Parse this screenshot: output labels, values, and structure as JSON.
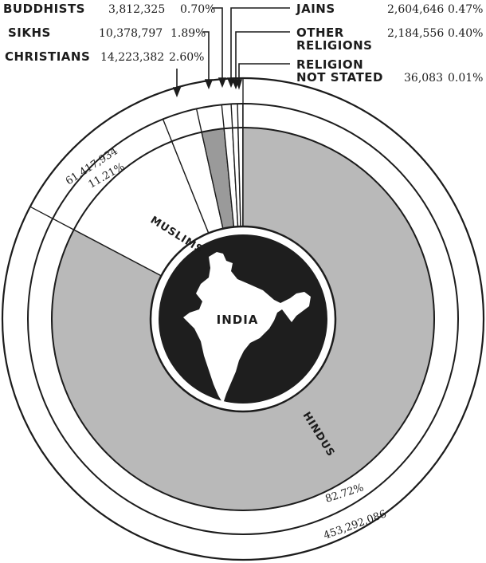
{
  "chart_data": {
    "type": "pie",
    "center_label": "INDIA",
    "slices": [
      {
        "name": "HINDUS",
        "count": "453,292,086",
        "percent_text": "82.72%",
        "value": 82.72
      },
      {
        "name": "MUSLIMS",
        "count": "61,417,934",
        "percent_text": "11.21%",
        "value": 11.21
      },
      {
        "name": "CHRISTIANS",
        "count": "14,223,382",
        "percent_text": "2.60%",
        "value": 2.6
      },
      {
        "name": "SIKHS",
        "count": "10,378,797",
        "percent_text": "1.89%",
        "value": 1.89
      },
      {
        "name": "BUDDHISTS",
        "count": "3,812,325",
        "percent_text": "0.70%",
        "value": 0.7
      },
      {
        "name": "JAINS",
        "count": "2,604,646",
        "percent_text": "0.47%",
        "value": 0.47
      },
      {
        "name": "OTHER RELIGIONS",
        "count": "2,184,556",
        "percent_text": "0.40%",
        "value": 0.4
      },
      {
        "name": "RELIGION NOT STATED",
        "count": "36,083",
        "percent_text": "0.01%",
        "value": 0.01
      }
    ],
    "colors": {
      "HINDUS": "#b9b9b9",
      "MUSLIMS": "#ffffff",
      "CHRISTIANS": "#ffffff",
      "SIKHS": "#9a9a9a",
      "BUDDHISTS": "#ffffff",
      "JAINS": "#ffffff",
      "OTHER RELIGIONS": "#ffffff",
      "RELIGION NOT STATED": "#ffffff",
      "center": "#1e1e1e",
      "map": "#ffffff",
      "ink": "#1c1c1c"
    }
  },
  "legend": {
    "buddhists": {
      "name": "BUDDHISTS",
      "count": "3,812,325",
      "pct": "0.70%"
    },
    "sikhs": {
      "name": "SIKHS",
      "count": "10,378,797",
      "pct": "1.89%"
    },
    "christians": {
      "name": "CHRISTIANS",
      "count": "14,223,382",
      "pct": "2.60%"
    },
    "jains": {
      "name": "JAINS",
      "count": "2,604,646",
      "pct": "0.47%"
    },
    "other_line1": "OTHER",
    "other_line2": "RELIGIONS",
    "other": {
      "count": "2,184,556",
      "pct": "0.40%"
    },
    "notstated_line1": "RELIGION",
    "notstated_line2": "NOT STATED",
    "notstated": {
      "count": "36,083",
      "pct": "0.01%"
    }
  },
  "inner_labels": {
    "muslims": "MUSLIMS",
    "hindus": "HINDUS",
    "muslims_count": "61,417,934",
    "muslims_pct": "11.21%",
    "hindus_pct": "82.72%",
    "hindus_count": "453,292,086"
  }
}
